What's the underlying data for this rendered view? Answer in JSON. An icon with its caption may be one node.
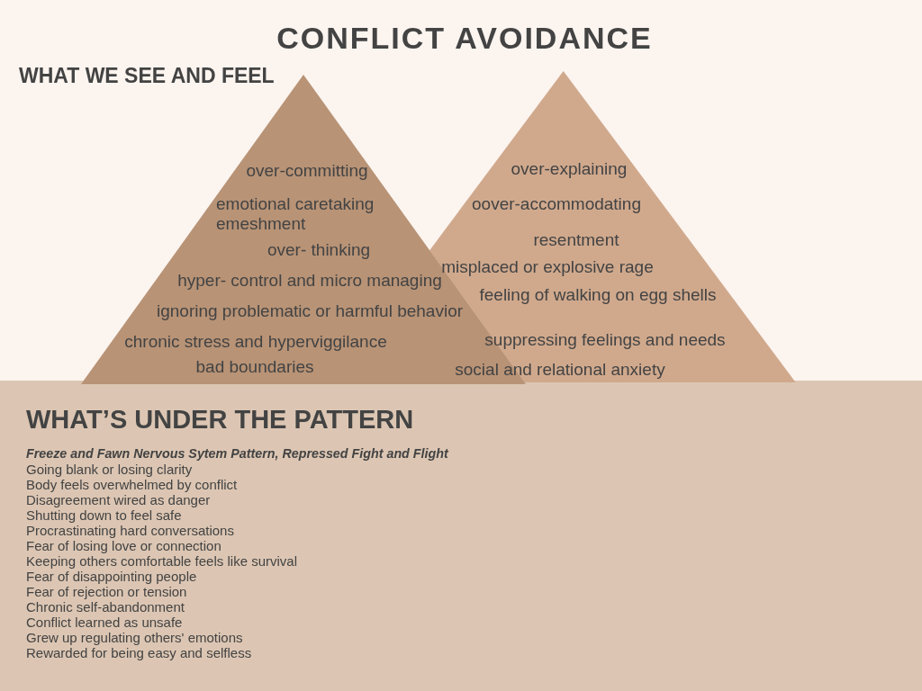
{
  "diagram": {
    "title": "CONFLICT AVOIDANCE",
    "nodes": [
      {
        "text": [
          "over-committing",
          "emotional caretaking emeshment",
          "over- thinking",
          "hyper- control and micro managing",
          "ignoring problematic or harmful behavior",
          "chronic stress and hyperviggilance",
          "bad boundaries"
        ]
      },
      {
        "text": [
          "over-explaining",
          "oover-accommodating",
          "resentment",
          "misplaced or explosive rage",
          "feeling of walking on egg shells",
          "suppressing feelings and needs",
          "social and relational anxiety"
        ]
      },
      {
        "text": [
          "WHAT’S UNDER THE PATTERN",
          "Freeze and Fawn Nervous Sytem Pattern, Repressed Fight and Flight",
          "Going blank or losing clarity",
          "Body feels overwhelmed by conflict",
          "Disagreement wired as danger",
          "Shutting down to feel safe",
          "Procrastinating hard conversations",
          "Fear of losing love or connection",
          "Keeping others comfortable feels like survival",
          "Fear of disappointing people",
          "Fear of rejection or tension",
          "Chronic self-abandonment",
          "Conflict learned as unsafe",
          "Grew up regulating others' emotions",
          "Rewarded for being easy and selfless"
        ]
      }
    ],
    "labels": [
      "WHAT WE SEE AND FEEL"
    ]
  }
}
